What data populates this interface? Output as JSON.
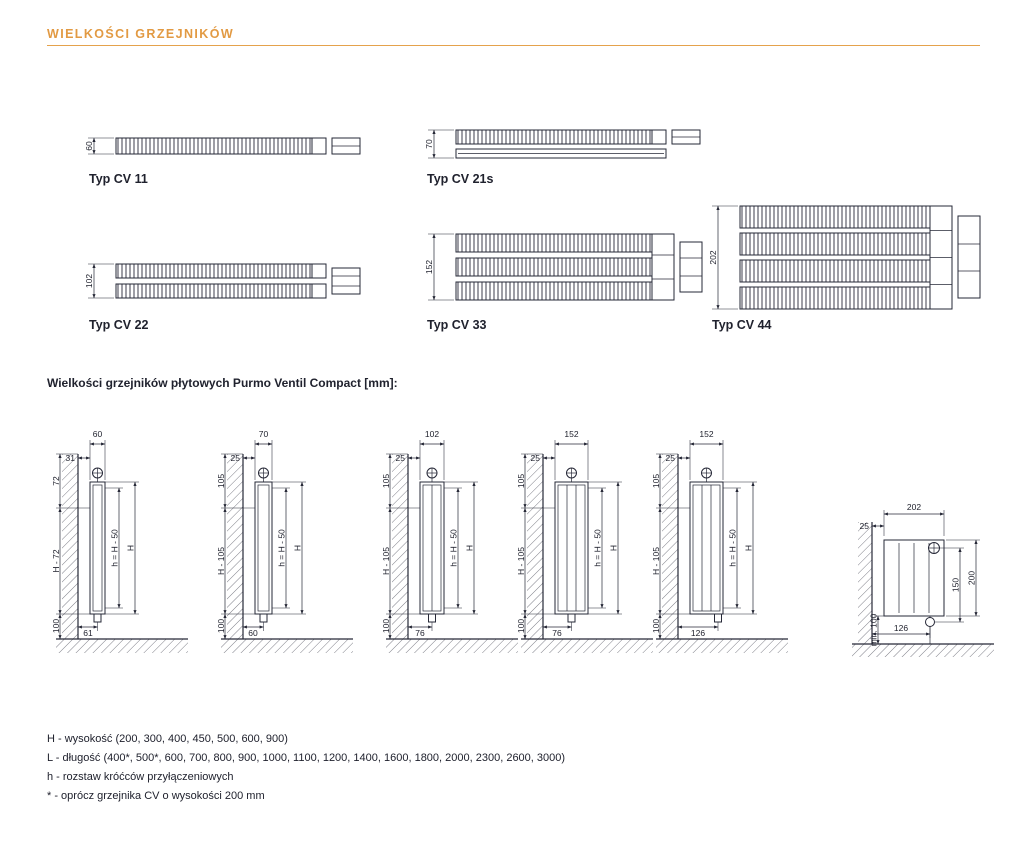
{
  "page": {
    "title": "WIELKOŚCI GRZEJNIKÓW",
    "accent_color": "#E29A43",
    "line_color": "#262837"
  },
  "section_heading": "Wielkości grzejników płytowych Purmo Ventil Compact [mm]:",
  "cross_sections": [
    {
      "label": "Typ CV 11",
      "depth": "60"
    },
    {
      "label": "Typ CV 21s",
      "depth": "70"
    },
    {
      "label": "Typ CV 22",
      "depth": "102"
    },
    {
      "label": "Typ CV 33",
      "depth": "152"
    },
    {
      "label": "Typ CV 44",
      "depth": "202"
    }
  ],
  "installs": [
    {
      "depth": "60",
      "wall_gap": "31",
      "top_drop": "72",
      "upper_height": "H - 72",
      "floor_clearance": "100",
      "pipe_axis": "h = H - 50",
      "total_height": "H",
      "bottom_offset": "61"
    },
    {
      "depth": "70",
      "wall_gap": "25",
      "top_drop": "105",
      "upper_height": "H - 105",
      "floor_clearance": "100",
      "pipe_axis": "h = H - 50",
      "total_height": "H",
      "bottom_offset": "60"
    },
    {
      "depth": "102",
      "wall_gap": "25",
      "top_drop": "105",
      "upper_height": "H - 105",
      "floor_clearance": "100",
      "pipe_axis": "h = H - 50",
      "total_height": "H",
      "bottom_offset": "76"
    },
    {
      "depth": "152",
      "wall_gap": "25",
      "top_drop": "105",
      "upper_height": "H - 105",
      "floor_clearance": "100",
      "pipe_axis": "h = H - 50",
      "total_height": "H",
      "bottom_offset": "76"
    },
    {
      "depth": "152",
      "wall_gap": "25",
      "top_drop": "105",
      "upper_height": "H - 105",
      "floor_clearance": "100",
      "pipe_axis": "h = H - 50",
      "total_height": "H",
      "bottom_offset": "126"
    }
  ],
  "corner": {
    "depth": "202",
    "wall_gap": "25",
    "height": "200",
    "pipe_spacing": "150",
    "min_clearance": "min. 100",
    "bottom_offset": "126"
  },
  "footnotes": [
    "H - wysokość (200, 300, 400, 450, 500, 600, 900)",
    "L - długość (400*, 500*, 600, 700, 800, 900, 1000, 1100, 1200, 1400, 1600, 1800, 2000, 2300, 2600, 3000)",
    "h - rozstaw króćców przyłączeniowych",
    "* - oprócz grzejnika CV o wysokości 200 mm"
  ]
}
